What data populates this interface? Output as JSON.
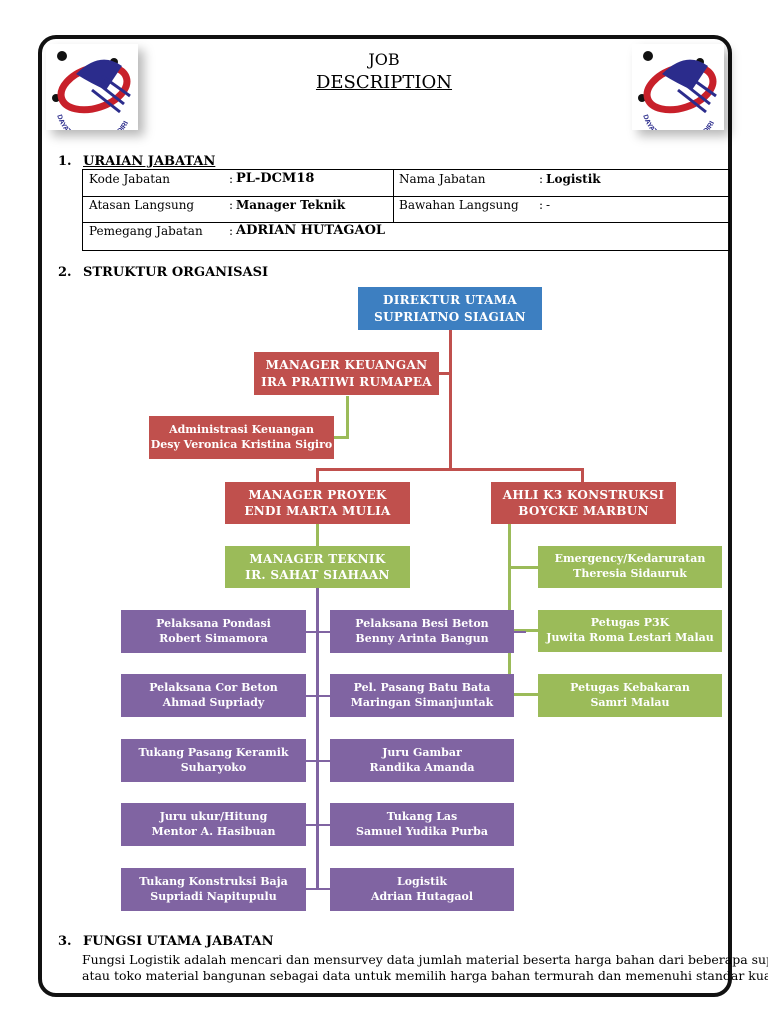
{
  "header": {
    "title_line1": "JOB",
    "title_line2": "DESCRIPTION",
    "logo_text": "DAYATAMA CITRA MANDIRI"
  },
  "section1": {
    "number": "1.",
    "title": "URAIAN JABATAN",
    "kode_label": "Kode Jabatan",
    "kode_value": "PL-DCM18",
    "nama_label": "Nama Jabatan",
    "nama_value": "Logistik",
    "atasan_label": "Atasan Langsung",
    "atasan_value": "Manager Teknik",
    "bawahan_label": "Bawahan Langsung",
    "bawahan_value": "-",
    "pemegang_label": "Pemegang Jabatan",
    "pemegang_value": "ADRIAN HUTAGAOL",
    "colon": ":"
  },
  "section2": {
    "number": "2.",
    "title": "STRUKTUR ORGANISASI",
    "direktur": [
      "DIREKTUR UTAMA",
      "SUPRIATNO SIAGIAN"
    ],
    "mgr_keuangan": [
      "MANAGER KEUANGAN",
      "IRA PRATIWI RUMAPEA"
    ],
    "admin_keuangan": [
      "Administrasi Keuangan",
      "Desy Veronica Kristina Sigiro"
    ],
    "mgr_proyek": [
      "MANAGER PROYEK",
      "ENDI MARTA MULIA"
    ],
    "ahli_k3": [
      "AHLI K3 KONSTRUKSI",
      "BOYCKE MARBUN"
    ],
    "mgr_teknik": [
      "MANAGER TEKNIK",
      "IR. SAHAT SIAHAAN"
    ],
    "emergency": [
      "Emergency/Kedaruratan",
      "Theresia Sidauruk"
    ],
    "p3k": [
      "Petugas P3K",
      "Juwita Roma Lestari Malau"
    ],
    "kebakaran": [
      "Petugas Kebakaran",
      "Samri Malau"
    ],
    "pondasi": [
      "Pelaksana Pondasi",
      "Robert Simamora"
    ],
    "besi_beton": [
      "Pelaksana Besi Beton",
      "Benny Arinta Bangun"
    ],
    "cor_beton": [
      "Pelaksana Cor Beton",
      "Ahmad Supriady"
    ],
    "batu_bata": [
      "Pel. Pasang Batu Bata",
      "Maringan Simanjuntak"
    ],
    "keramik": [
      "Tukang Pasang Keramik",
      "Suharyoko"
    ],
    "juru_gambar": [
      "Juru Gambar",
      "Randika Amanda"
    ],
    "juru_ukur": [
      "Juru ukur/Hitung",
      "Mentor A. Hasibuan"
    ],
    "tukang_las": [
      "Tukang Las",
      "Samuel Yudika Purba"
    ],
    "konstruksi_baja": [
      "Tukang Konstruksi Baja",
      "Supriadi Napitupulu"
    ],
    "logistik": [
      "Logistik",
      "Adrian Hutagaol"
    ]
  },
  "section3": {
    "number": "3.",
    "title": "FUNGSI UTAMA JABATAN",
    "line1": "Fungsi Logistik adalah mencari dan mensurvey data jumlah material beserta harga bahan dari beberapa supplier",
    "line2": "atau toko material bangunan sebagai data untuk memilih harga bahan termurah dan memenuhi standar kualitas"
  },
  "colors": {
    "blue": "#3d7fc1",
    "red": "#c0504d",
    "green": "#9bbb59",
    "purple": "#8064a2"
  }
}
